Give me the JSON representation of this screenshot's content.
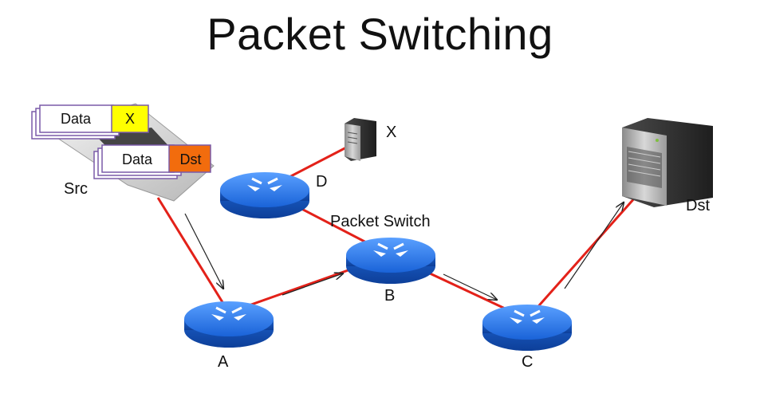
{
  "title": "Packet Switching",
  "nodes": {
    "src": "Src",
    "dst": "Dst",
    "x": "X",
    "router_a": "A",
    "router_b": "B",
    "router_c": "C",
    "router_d": "D"
  },
  "packet_switch_label": "Packet Switch",
  "packets": [
    {
      "data": "Data",
      "dest": "X",
      "dest_color": "#ffff00"
    },
    {
      "data": "Data",
      "dest": "Dst",
      "dest_color": "#f26c0d"
    }
  ],
  "colors": {
    "link": "#e32119",
    "router_blue": "#2f7bf0",
    "packet_border": "#7a5aa8"
  }
}
